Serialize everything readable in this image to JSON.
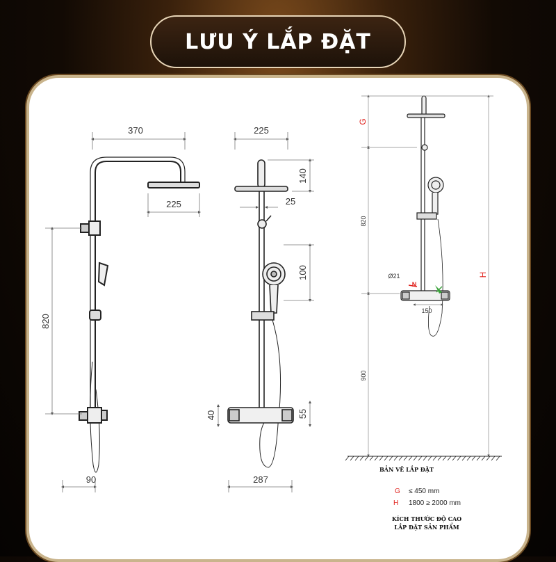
{
  "title": "LƯU Ý LẮP ĐẶT",
  "side_view": {
    "dim_top": "370",
    "dim_head": "225",
    "dim_height": "820",
    "dim_bottom": "90"
  },
  "front_view": {
    "dim_top": "225",
    "dim_arm": "140",
    "dim_pipe": "25",
    "dim_handshower": "100",
    "dim_height_left": "40",
    "dim_height_right": "55",
    "dim_bottom": "287"
  },
  "install_view": {
    "label_g": "G",
    "label_h": "H",
    "dim_820": "820",
    "dim_900": "900",
    "dim_150": "150",
    "dim_d21": "Ø21",
    "caption": "BẢN VẼ LẮP ĐẶT",
    "legend": [
      {
        "key": "G",
        "value": "≤ 450 mm"
      },
      {
        "key": "H",
        "value": "1800 ≥ 2000 mm"
      }
    ],
    "note_line1": "KÍCH THƯỚC ĐỘ CAO",
    "note_line2": "LẮP ĐẶT SẢN PHẨM"
  },
  "colors": {
    "accent_red": "#e0201b",
    "accent_green": "#3aa23a",
    "frame_gold": "#c9b48c"
  }
}
